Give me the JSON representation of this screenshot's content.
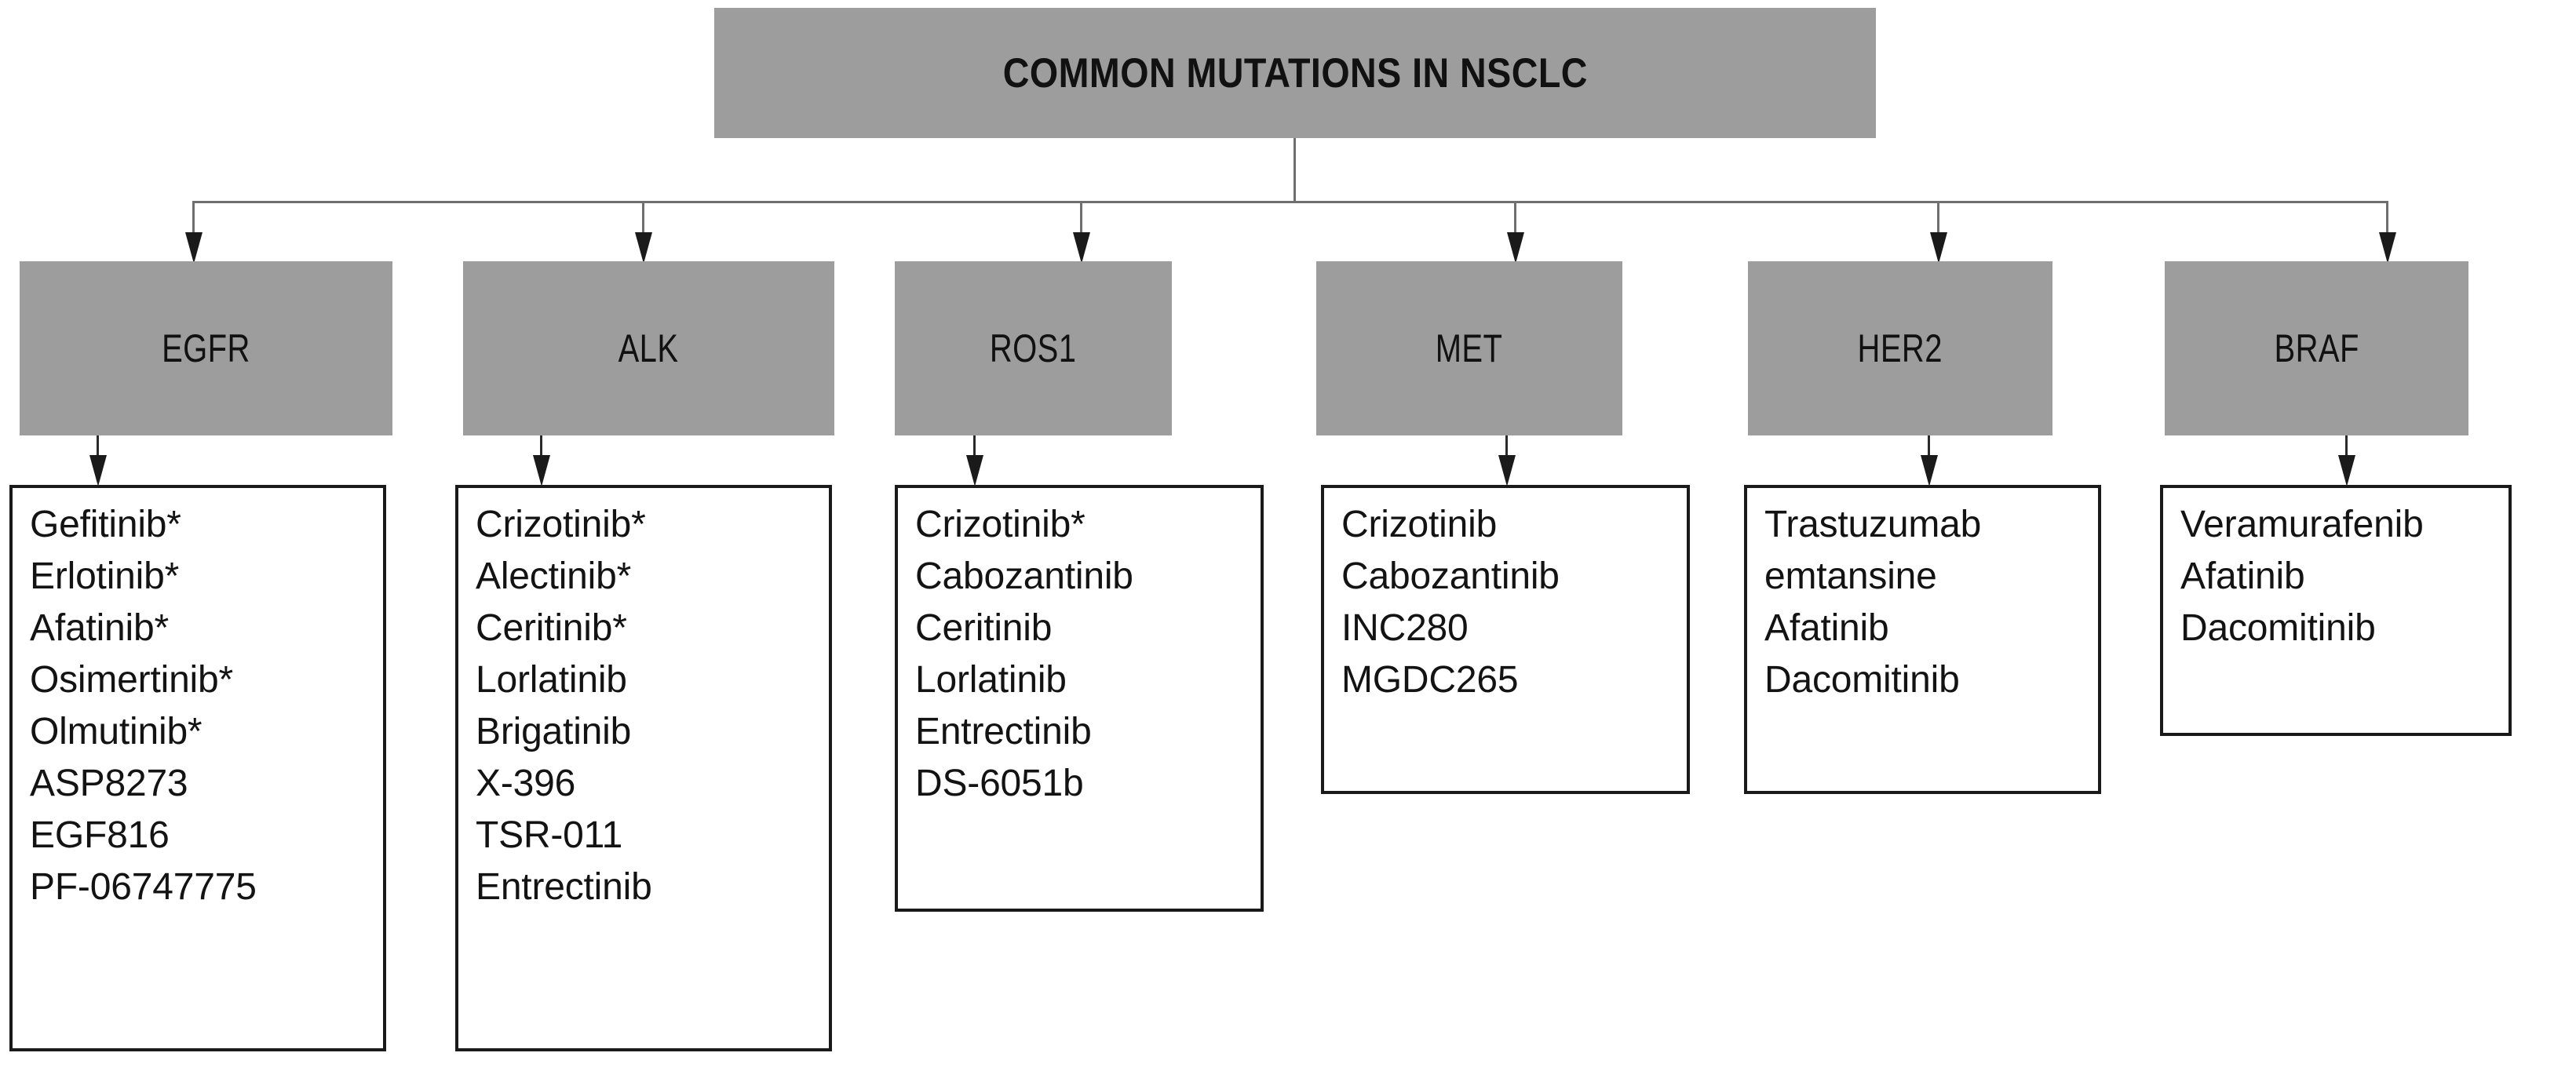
{
  "diagram": {
    "title": "COMMON MUTATIONS IN NSCLC",
    "colors": {
      "header_fill": "#9d9d9d",
      "box_border": "#1a1a1a",
      "connector": "#6f6f6f",
      "text": "#111111",
      "background": "#ffffff"
    },
    "footnote_marker": "*",
    "branches": [
      {
        "gene": "EGFR",
        "drugs": [
          "Gefitinib*",
          "Erlotinib*",
          "Afatinib*",
          "Osimertinib*",
          "Olmutinib*",
          "ASP8273",
          "EGF816",
          "PF-06747775"
        ]
      },
      {
        "gene": "ALK",
        "drugs": [
          "Crizotinib*",
          "Alectinib*",
          "Ceritinib*",
          "Lorlatinib",
          "Brigatinib",
          "X-396",
          "TSR-011",
          "Entrectinib"
        ]
      },
      {
        "gene": "ROS1",
        "drugs": [
          "Crizotinib*",
          "Cabozantinib",
          "Ceritinib",
          "Lorlatinib",
          "Entrectinib",
          "DS-6051b"
        ]
      },
      {
        "gene": "MET",
        "drugs": [
          "Crizotinib",
          "Cabozantinib",
          "INC280",
          "MGDC265"
        ]
      },
      {
        "gene": "HER2",
        "drugs": [
          "Trastuzumab",
          "emtansine",
          "Afatinib",
          "Dacomitinib"
        ]
      },
      {
        "gene": "BRAF",
        "drugs": [
          "Veramurafenib",
          "Afatinib",
          "Dacomitinib"
        ]
      }
    ]
  }
}
